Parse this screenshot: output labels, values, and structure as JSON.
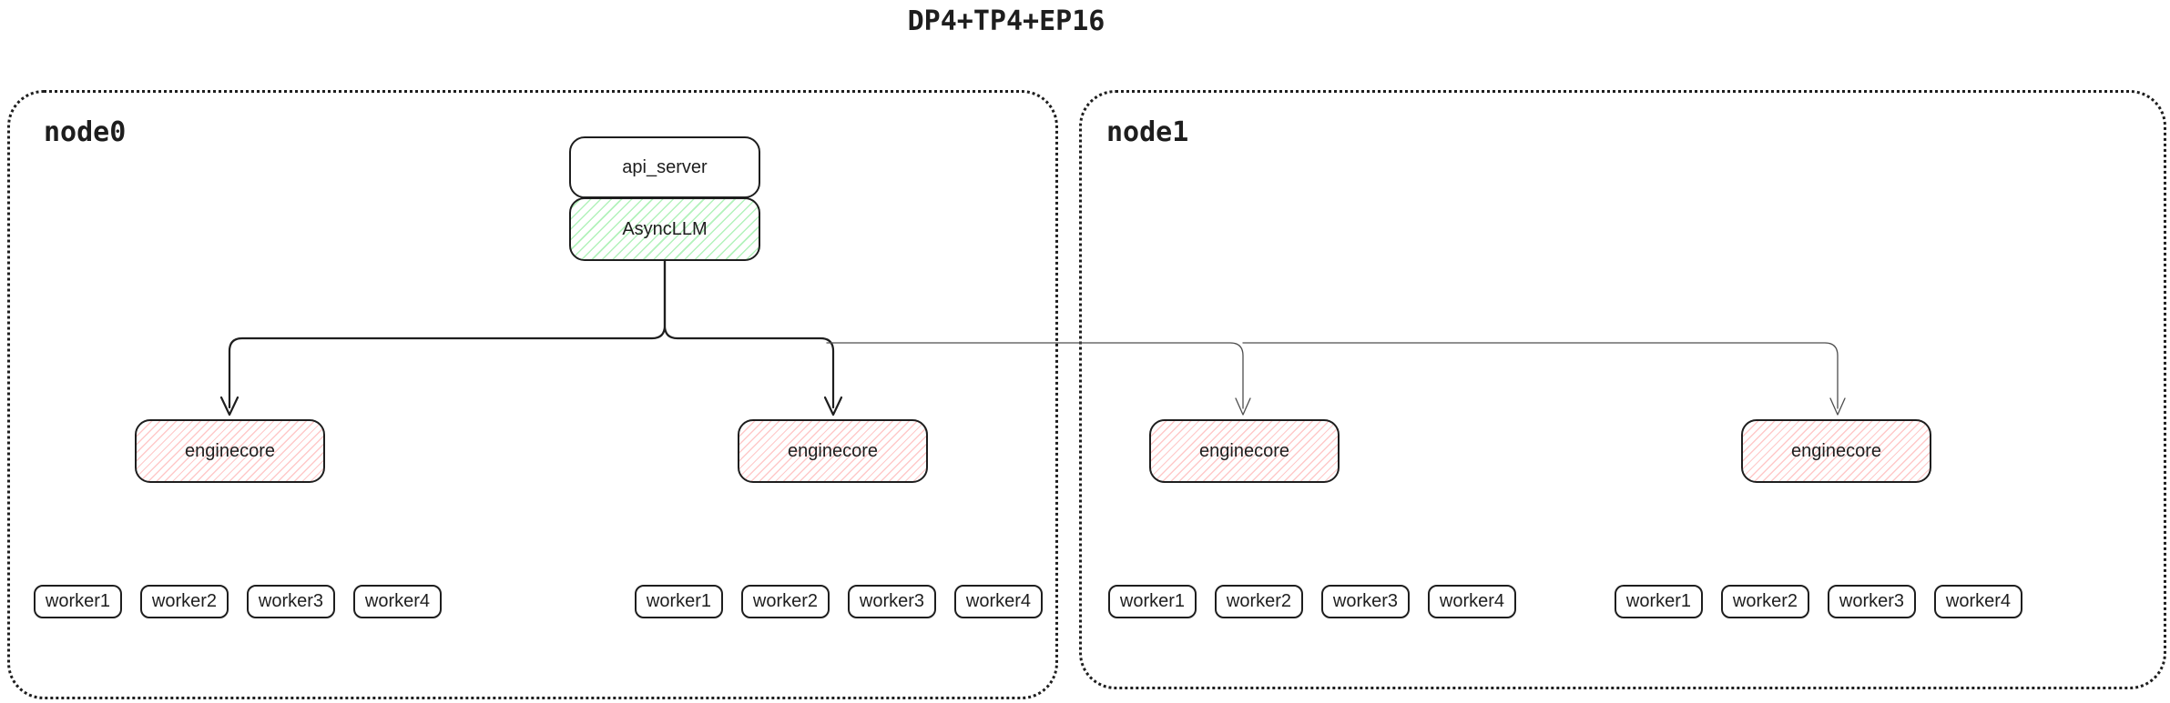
{
  "title": "DP4+TP4+EP16",
  "colors": {
    "stroke": "#1e1e1e",
    "green_hatch": "#b2f2bb",
    "red_hatch": "#ffc9c9"
  },
  "nodes": [
    {
      "label": "node0"
    },
    {
      "label": "node1"
    }
  ],
  "api_server_label": "api_server",
  "asyncllm_label": "AsyncLLM",
  "enginecore_label": "enginecore",
  "worker_labels": [
    "worker1",
    "worker2",
    "worker3",
    "worker4"
  ]
}
